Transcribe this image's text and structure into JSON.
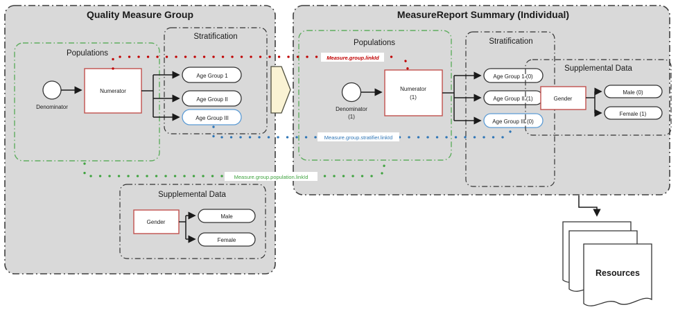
{
  "left_group": {
    "title": "Quality Measure Group",
    "populations": {
      "title": "Populations",
      "denominator_label": "Denominator",
      "numerator_label": "Numerator"
    },
    "stratification": {
      "title": "Stratification",
      "age_groups": [
        "Age Group 1",
        "Age Group II",
        "Age Group III"
      ]
    },
    "supplemental_data": {
      "title": "Supplemental Data",
      "gender_label": "Gender",
      "values": [
        "Male",
        "Female"
      ]
    }
  },
  "right_group": {
    "title": "MeasureReport Summary (Individual)",
    "populations": {
      "title": "Populations",
      "denominator_label": "Denominator",
      "denominator_count": "(1)",
      "numerator_label": "Numerator",
      "numerator_count": "(1)"
    },
    "stratification": {
      "title": "Stratification",
      "age_groups": [
        "Age Group 1 (0)",
        "Age Group II (1)",
        "Age Group III (0)"
      ]
    },
    "supplemental_data": {
      "title": "Supplemental Data",
      "gender_label": "Gender",
      "values": [
        "Male (0)",
        "Female (1)"
      ]
    }
  },
  "link_labels": {
    "group_linkid": "Measure.group.linkId",
    "stratifier_linkid": "Measure.group.stratifier.linkId",
    "population_linkid": "Measure.group.population.linkId"
  },
  "resources_label": "Resources",
  "colors": {
    "panel_fill": "#d9d9d9",
    "panel_border": "#3f3f3f",
    "red_accent": "#c00000",
    "red_box_border": "#c0504d",
    "blue_accent": "#2e75b6",
    "blue_box_border": "#5b9bd5",
    "green_accent": "#4ca64c",
    "transform_arrow_fill": "#faf3d4"
  }
}
